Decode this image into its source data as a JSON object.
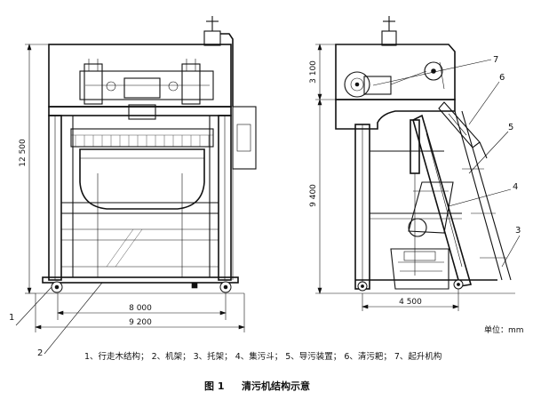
{
  "dimensions": {
    "front_height": "12 500",
    "front_inner_width": "8 000",
    "front_total_width": "9 200",
    "side_upper_height": "3 100",
    "side_lower_height": "9 400",
    "side_base_width": "4 500"
  },
  "callouts": {
    "c1": "1",
    "c2": "2",
    "c3": "3",
    "c4": "4",
    "c5": "5",
    "c6": "6",
    "c7": "7"
  },
  "unit_label": "单位：mm",
  "legend_text": "1、行走木结构；  2、机架；  3、托架；  4、集污斗；  5、导污装置；  6、清污耙；  7、起升机构",
  "caption": {
    "number": "图 1",
    "title": "清污机结构示意"
  }
}
